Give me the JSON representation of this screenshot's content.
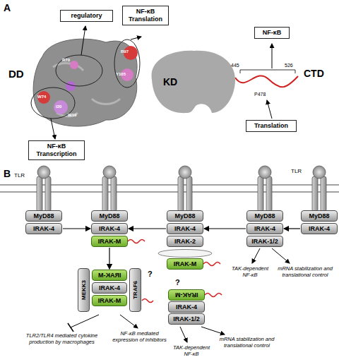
{
  "diagram": {
    "nodes": [
      {
        "text": [
          "regulatory"
        ]
      },
      {
        "text": [
          "NF-κB Translation"
        ]
      },
      {
        "text": [
          "NF-κB"
        ]
      },
      {
        "text": [
          "KD"
        ]
      },
      {
        "text": [
          "Translation"
        ]
      },
      {
        "text": [
          "NF-κB Transcription"
        ]
      },
      {
        "text": [
          "MyD88"
        ]
      },
      {
        "text": [
          "IRAK-4"
        ]
      },
      {
        "text": [
          "MyD88"
        ]
      },
      {
        "text": [
          "IRAK-4"
        ]
      },
      {
        "text": [
          "IRAK-M"
        ]
      },
      {
        "text": [
          "MyD88"
        ]
      },
      {
        "text": [
          "IRAK-4"
        ]
      },
      {
        "text": [
          "IRAK-2"
        ]
      },
      {
        "text": [
          "IRAK-M"
        ]
      },
      {
        "text": [
          "MyD88"
        ]
      },
      {
        "text": [
          "IRAK-4"
        ]
      },
      {
        "text": [
          "IRAK-1/2"
        ]
      },
      {
        "text": [
          "MyD88"
        ]
      },
      {
        "text": [
          "IRAK-4"
        ]
      },
      {
        "text": [
          "MEKK3"
        ]
      },
      {
        "text": [
          "IRAK-M"
        ]
      },
      {
        "text": [
          "IRAK-4"
        ]
      },
      {
        "text": [
          "IRAK-M"
        ]
      },
      {
        "text": [
          "TRAF6"
        ]
      },
      {
        "text": [
          "IRAK-M"
        ]
      },
      {
        "text": [
          "IRAK-4"
        ]
      },
      {
        "text": [
          "IRAK-1/2"
        ]
      }
    ],
    "edges": [
      {
        "from": 7,
        "to": 9,
        "arrow": "to"
      },
      {
        "from": 12,
        "to": 9,
        "arrow": "to"
      },
      {
        "from": 16,
        "to": 12,
        "arrow": "to"
      },
      {
        "from": 19,
        "to": 16,
        "arrow": "to"
      },
      {
        "from": 10,
        "to": 21,
        "arrow": "to"
      }
    ],
    "labels": [
      "A",
      "DD",
      "R70",
      "R97",
      "Y105",
      "W74",
      "I20",
      "W19",
      "CTD",
      "445",
      "526",
      "P478",
      "B",
      "TLR",
      "TLR",
      "?",
      "?",
      "TLR2/TLR4 mediated cytokine production by macrophages",
      "NF-κB mediated expression of inhibitors",
      "TAK-dependent NF-κB",
      "mRNA stabilization and translational control",
      "TAK-dependent NF-κB",
      "mRNA stabilization and translational control"
    ]
  }
}
